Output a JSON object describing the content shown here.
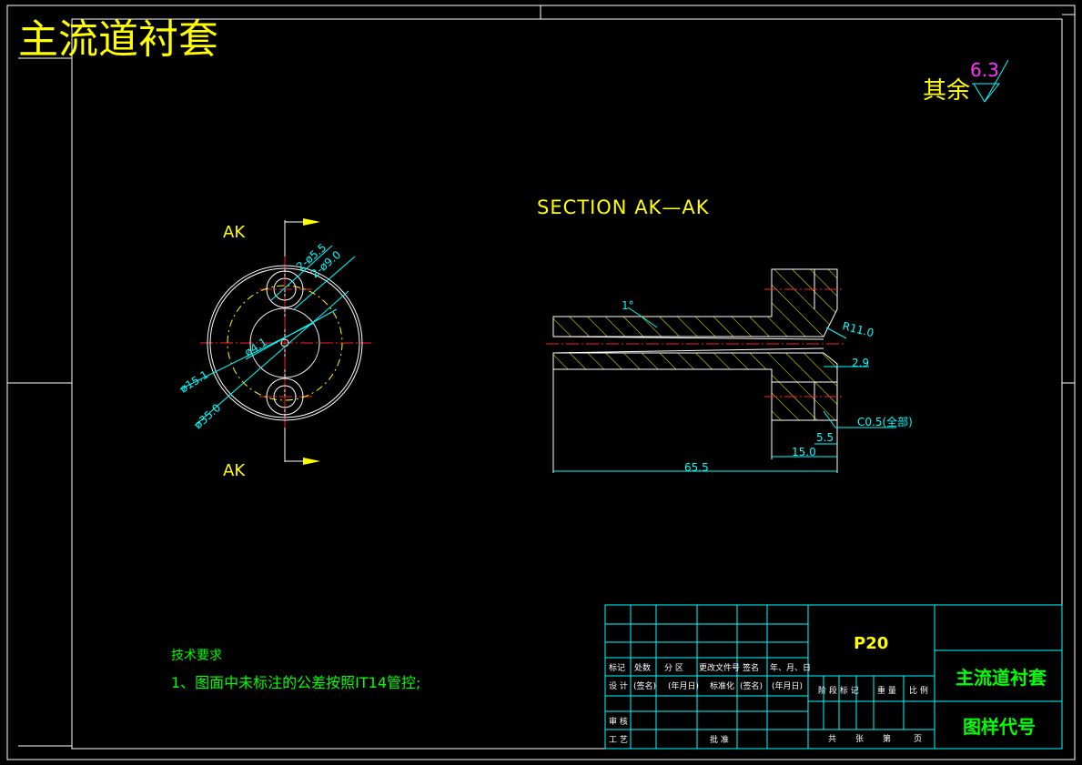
{
  "title": "主流道衬套",
  "roughness": {
    "label": "其余",
    "value": "6.3"
  },
  "section_title": "SECTION AK—AK",
  "section_labels": {
    "top": "AK",
    "bottom": "AK"
  },
  "front_dims": {
    "d55": "2-ø5.5",
    "d90": "2-ø9.0",
    "d41": "ø4.1",
    "d151": "ø15.1",
    "d350": "ø35.0"
  },
  "section_dims": {
    "angle": "1°",
    "r110": "R11.0",
    "d29": "2.9",
    "c05": "C0.5(全部)",
    "d55": "5.5",
    "d150": "15.0",
    "d655": "65.5"
  },
  "tech_notes": {
    "heading": "技术要求",
    "line1": "1、图面中未标注的公差按照IT14管控;"
  },
  "title_block": {
    "part_code": "P20",
    "part_name": "主流道衬套",
    "drawing_no_label": "图样代号",
    "row_labels": [
      "标记",
      "处数",
      "分 区",
      "更改文件号",
      "签名",
      "年、月、日"
    ],
    "row2_labels": [
      "设 计",
      "(签名)",
      "(年月日)",
      "标准化",
      "(签名)",
      "(年月日)"
    ],
    "stage_labels": [
      "阶 段 标 记",
      "重 量",
      "比 例"
    ],
    "review": "审 核",
    "process": "工 艺",
    "approve": "批 准",
    "sheet_labels": [
      "共",
      "张",
      "第",
      "页"
    ]
  }
}
